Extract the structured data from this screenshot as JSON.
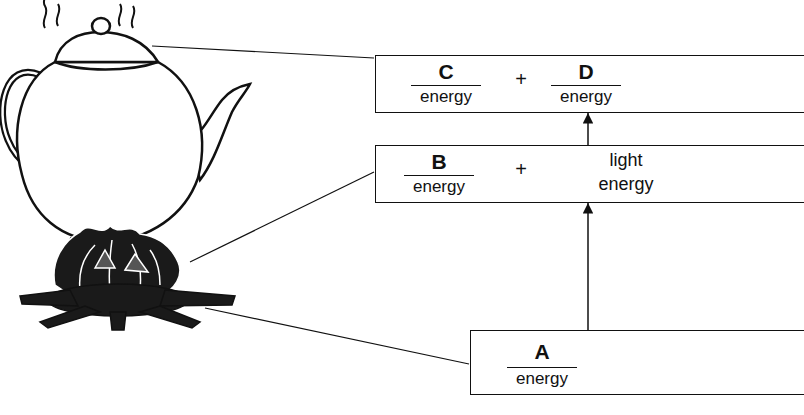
{
  "diagram": {
    "nodes": [
      {
        "text": [
          "C",
          "energy",
          "+",
          "D",
          "energy"
        ]
      },
      {
        "text": [
          "B",
          "energy",
          "+",
          "light energy"
        ]
      },
      {
        "text": [
          "A",
          "energy"
        ]
      }
    ],
    "edges": [
      {
        "from": 2,
        "to": 1,
        "arrow": "to"
      },
      {
        "from": 1,
        "to": 0,
        "arrow": "to"
      }
    ]
  }
}
